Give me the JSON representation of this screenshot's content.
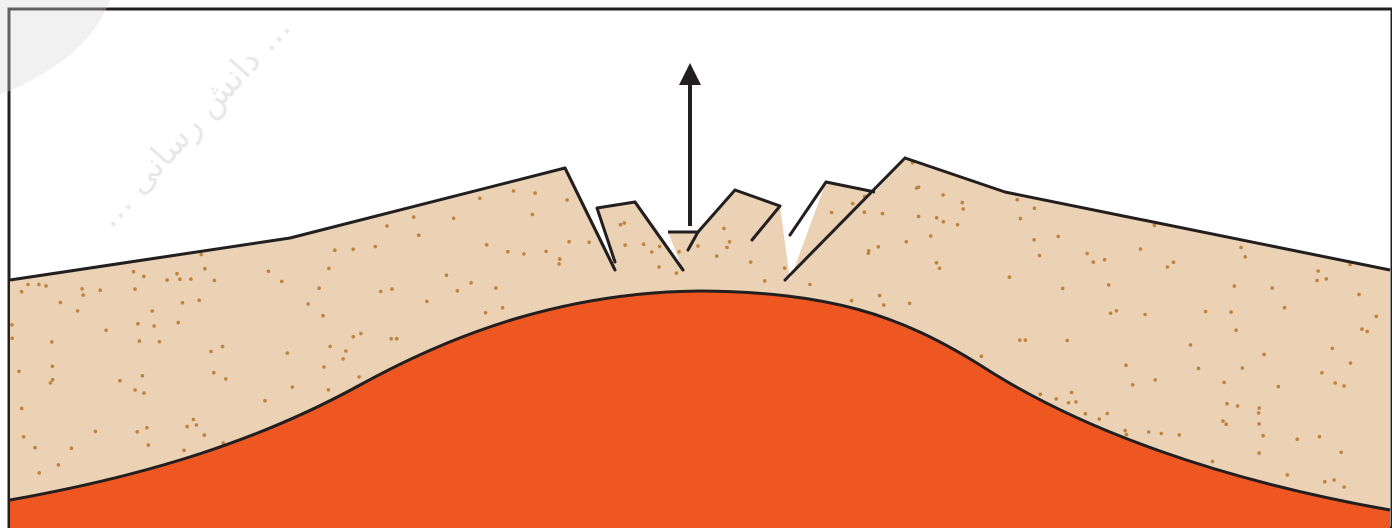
{
  "diagram": {
    "layers": [
      {
        "name": "sedimentary-cover",
        "pattern": "stippled-sand"
      },
      {
        "name": "intrusive-dome",
        "pattern": "solid"
      }
    ],
    "arrow": {
      "direction": "up"
    },
    "faults": {
      "count": 6
    }
  },
  "colors": {
    "sediment": "#ebd2b4",
    "sediment_dots": "#c0823c",
    "magma": "#ef5722",
    "outline": "#231f20",
    "background": "#ffffff",
    "watermark": "#d9d9d9"
  },
  "watermark": {
    "text": "… دانش رسانی …"
  }
}
